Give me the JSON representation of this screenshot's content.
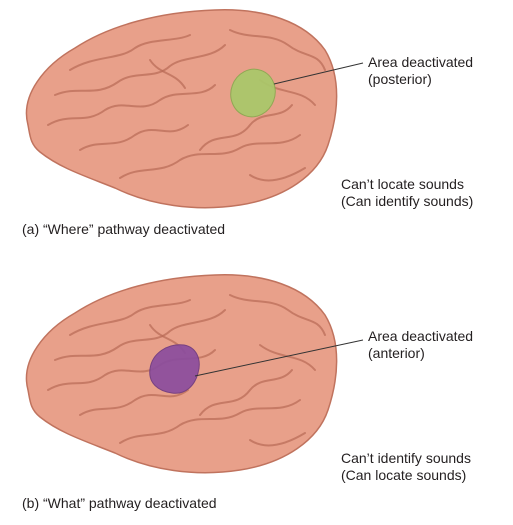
{
  "colors": {
    "brain_fill": "#e8a08a",
    "brain_outline": "#c0735e",
    "gyrus_line": "#b86a55",
    "where_area": "#a9c96a",
    "what_area": "#8b4d9e",
    "leader_line": "#333333"
  },
  "panels": [
    {
      "id": "a",
      "area_label_line1": "Area deactivated",
      "area_label_line2": "(posterior)",
      "effect_line1": "Can’t locate sounds",
      "effect_line2": "(Can identify sounds)",
      "caption": "(a)  “Where” pathway deactivated"
    },
    {
      "id": "b",
      "area_label_line1": "Area deactivated",
      "area_label_line2": "(anterior)",
      "effect_line1": "Can’t identify sounds",
      "effect_line2": "(Can locate sounds)",
      "caption": "(b)  “What” pathway deactivated"
    }
  ]
}
